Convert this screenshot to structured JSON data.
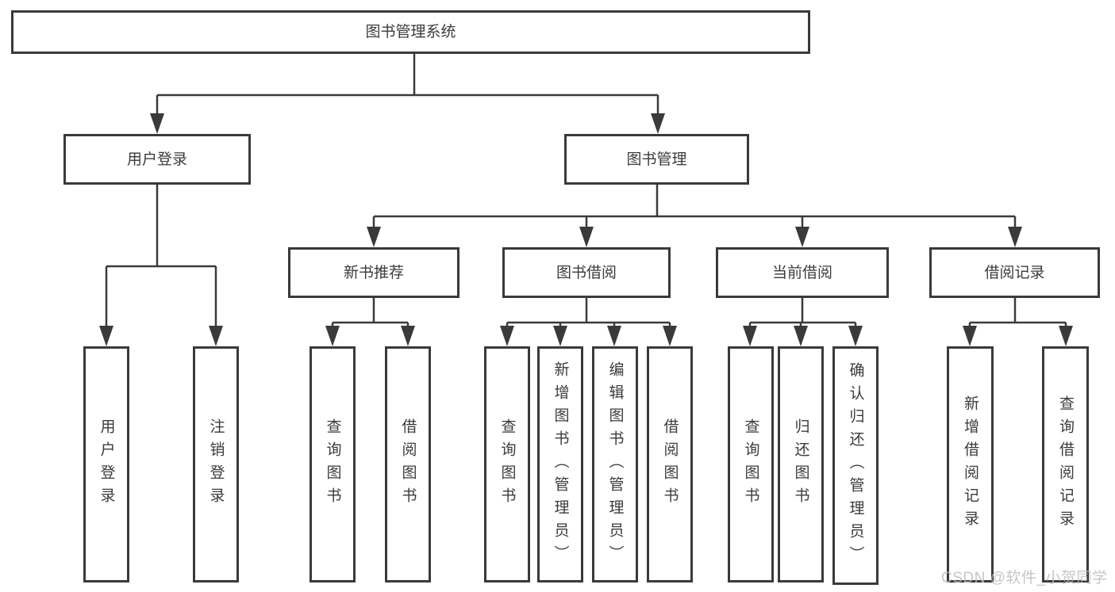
{
  "colors": {
    "line": "#3a3a3a",
    "text": "#3b3b3b",
    "watermark": "#bdbdbd",
    "background": "#ffffff"
  },
  "watermark": {
    "text": "CSDN @软件_小贺同学"
  },
  "tree": {
    "root": {
      "label": "图书管理系统",
      "children": [
        {
          "label": "用户登录",
          "children": [
            {
              "label": "用户登录"
            },
            {
              "label": "注销登录"
            }
          ]
        },
        {
          "label": "图书管理",
          "children": [
            {
              "label": "新书推荐",
              "children": [
                {
                  "label": "查询图书"
                },
                {
                  "label": "借阅图书"
                }
              ]
            },
            {
              "label": "图书借阅",
              "children": [
                {
                  "label": "查询图书"
                },
                {
                  "label": "新增图书（管理员）"
                },
                {
                  "label": "编辑图书（管理员）"
                },
                {
                  "label": "借阅图书"
                }
              ]
            },
            {
              "label": "当前借阅",
              "children": [
                {
                  "label": "查询图书"
                },
                {
                  "label": "归还图书"
                },
                {
                  "label": "确认归还（管理员）"
                }
              ]
            },
            {
              "label": "借阅记录",
              "children": [
                {
                  "label": "新增借阅记录"
                },
                {
                  "label": "查询借阅记录"
                }
              ]
            }
          ]
        }
      ]
    }
  }
}
